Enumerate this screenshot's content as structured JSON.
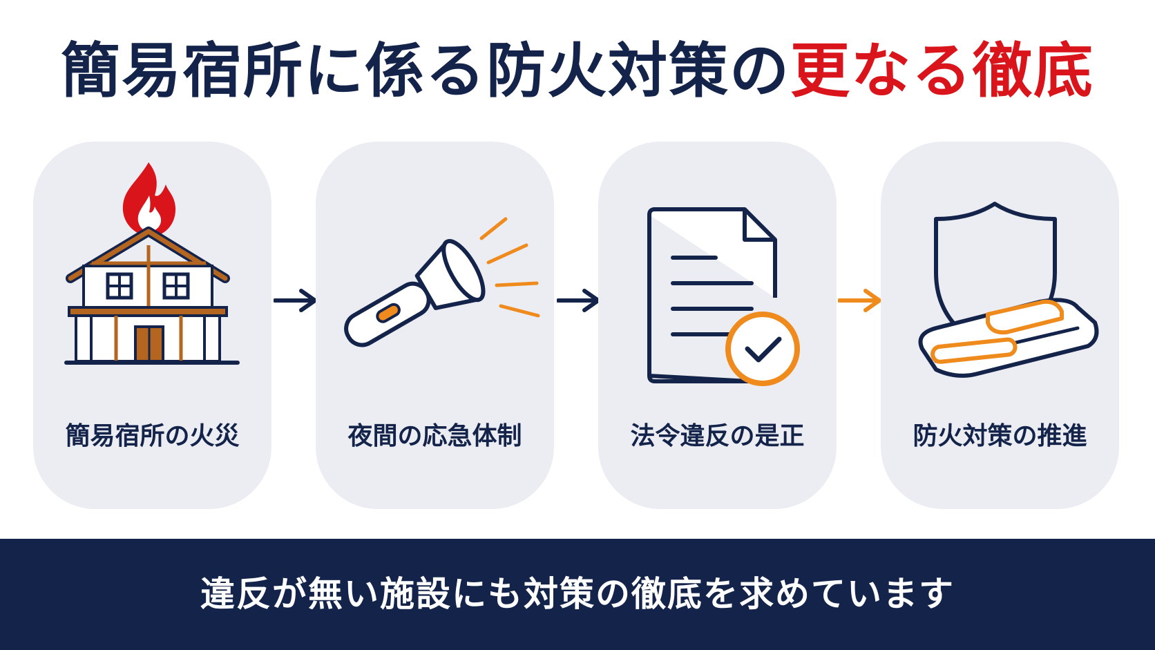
{
  "title": {
    "main": "簡易宿所に係る防火対策の",
    "accent": "更なる徹底"
  },
  "steps": [
    {
      "label": "簡易宿所の火災",
      "icon": "house-fire-icon"
    },
    {
      "label": "夜間の応急体制",
      "icon": "flashlight-icon"
    },
    {
      "label": "法令違反の是正",
      "icon": "document-check-icon"
    },
    {
      "label": "防火対策の推進",
      "icon": "shield-bedding-icon"
    }
  ],
  "banner": {
    "text": "違反が無い施設にも対策の徹底を求めています"
  },
  "colors": {
    "navy": "#13234a",
    "red": "#d9141b",
    "orange": "#ef8a1c",
    "brown": "#b4651f",
    "card": "#ebedf2"
  }
}
